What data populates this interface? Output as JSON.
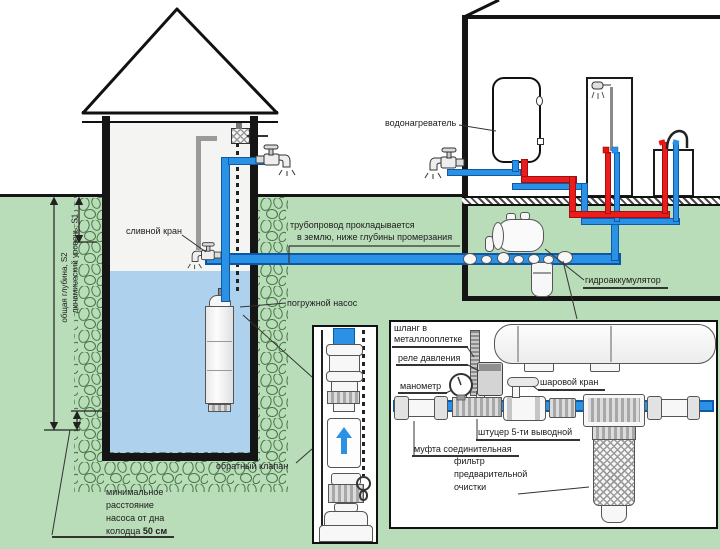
{
  "colors": {
    "ground_green": "#b9dcb9",
    "water_blue": "#aed2ee",
    "pipe_blue": "#2a91e4",
    "pipe_red": "#ec1c1c",
    "line_black": "#151515"
  },
  "well": {
    "dim_total_depth": "общая глубина, S2",
    "dim_dynamic_level": "динамический уровень, S1",
    "drain_tap": "сливной кран",
    "pipeline_note_l1": "трубопровод прокладывается",
    "pipeline_note_l2": "в землю, ниже глубины промерзания",
    "submersible_pump": "погружной насос",
    "check_valve": "обратный клапан",
    "min_dist_l1": "минимальное",
    "min_dist_l2": "расстояние",
    "min_dist_l3": "насоса от дна",
    "min_dist_l4": "колодца ",
    "min_dist_value": "50 см"
  },
  "house": {
    "water_heater": "водонагреватель",
    "hydroaccumulator": "гидроаккумулятор"
  },
  "detail": {
    "hose_l1": "шланг в",
    "hose_l2": "металлооплетке",
    "pressure_switch": "реле давления",
    "manometer": "манометр",
    "ball_valve": "шаровой кран",
    "five_way_fitting": "штуцер 5-ти выводной",
    "coupling": "муфта соединительная",
    "filter_l1": "фильтр",
    "filter_l2": "предварительной",
    "filter_l3": "очистки"
  }
}
